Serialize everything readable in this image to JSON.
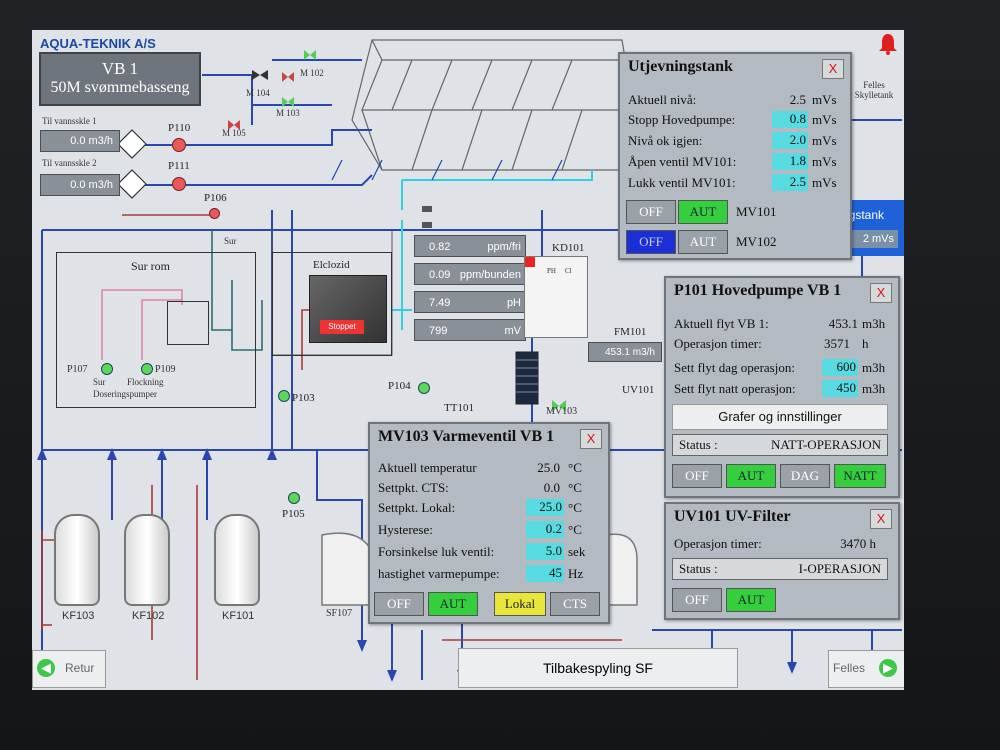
{
  "header": {
    "company": "AQUA-TEKNIK A/S",
    "pool_line1": "VB 1",
    "pool_line2": "50M svømmebasseng"
  },
  "left_inputs": [
    {
      "label": "Til vannsskle 1",
      "value": "0.0 m3/h"
    },
    {
      "label": "Til vannsskle 2",
      "value": "0.0 m3/h"
    }
  ],
  "equipment_tags": {
    "p110": "P110",
    "p111": "P111",
    "p106": "P106",
    "m102": "M 102",
    "m104": "M 104",
    "m103": "M 103",
    "m105": "M 105",
    "sur": "Sur",
    "elclozid": "Elclozid",
    "stoppet": "Stoppet",
    "kd101": "KD101",
    "fm101": "FM101",
    "fm101_value": "453.1 m3/h",
    "p104": "P104",
    "p103": "P103",
    "p105": "P105",
    "tt101": "TT101",
    "mv103": "MV103",
    "uv101": "UV101",
    "sf107": "SF107",
    "felles_skylletank": "Felles Skylletank",
    "ngstank": "ngstank",
    "mvs_value": "2 mVs"
  },
  "sur_rom": {
    "title": "Sur rom",
    "p107": "P107",
    "p109": "P109",
    "sur": "Sur",
    "flockning": "Flockning",
    "dosering": "Doseringspumper"
  },
  "measurements": [
    {
      "value": "0.82",
      "unit": "ppm/fri"
    },
    {
      "value": "0.09",
      "unit": "ppm/bunden"
    },
    {
      "value": "7.49",
      "unit": "pH"
    },
    {
      "value": "799",
      "unit": "mV"
    }
  ],
  "kd_labels": {
    "ph": "PH",
    "cl": "Cl"
  },
  "filters": [
    {
      "label": "KF103"
    },
    {
      "label": "KF102"
    },
    {
      "label": "KF101"
    }
  ],
  "nav": {
    "back": "Retur",
    "center": "Tilbakespyling SF",
    "forward": "Felles"
  },
  "utjevningstank": {
    "title": "Utjevningstank",
    "close": "X",
    "rows": [
      {
        "label": "Aktuell nivå:",
        "value": "2.5",
        "unit": "mVs",
        "editable": false
      },
      {
        "label": "Stopp Hovedpumpe:",
        "value": "0.8",
        "unit": "mVs",
        "editable": true
      },
      {
        "label": "Nivå ok igjen:",
        "value": "2.0",
        "unit": "mVs",
        "editable": true
      },
      {
        "label": "Åpen ventil MV101:",
        "value": "1.8",
        "unit": "mVs",
        "editable": true
      },
      {
        "label": "Lukk ventil MV101:",
        "value": "2.5",
        "unit": "mVs",
        "editable": true
      }
    ],
    "mv101": {
      "off": "OFF",
      "aut": "AUT",
      "label": "MV101"
    },
    "mv102": {
      "off": "OFF",
      "aut": "AUT",
      "label": "MV102"
    }
  },
  "p101": {
    "title": "P101 Hovedpumpe VB 1",
    "close": "X",
    "rows": [
      {
        "label": "Aktuell flyt VB 1:",
        "value": "453.1",
        "unit": "m3h",
        "editable": false
      },
      {
        "label": "Operasjon timer:",
        "value": "3571",
        "unit": "h",
        "editable": false
      },
      {
        "label": "Sett flyt dag operasjon:",
        "value": "600",
        "unit": "m3h",
        "editable": true
      },
      {
        "label": "Sett flyt natt operasjon:",
        "value": "450",
        "unit": "m3h",
        "editable": true
      }
    ],
    "graph_button": "Grafer og innstillinger",
    "status_label": "Status :",
    "status_value": "NATT-OPERASJON",
    "buttons": {
      "off": "OFF",
      "aut": "AUT",
      "dag": "DAG",
      "natt": "NATT"
    }
  },
  "uv101": {
    "title": "UV101 UV-Filter",
    "close": "X",
    "hours_label": "Operasjon timer:",
    "hours_value": "3470 h",
    "status_label": "Status :",
    "status_value": "I-OPERASJON",
    "buttons": {
      "off": "OFF",
      "aut": "AUT"
    }
  },
  "mv103": {
    "title": "MV103 Varmeventil VB 1",
    "close": "X",
    "rows": [
      {
        "label": "Aktuell temperatur",
        "value": "25.0",
        "unit": "°C",
        "editable": false
      },
      {
        "label": "Settpkt. CTS:",
        "value": "0.0",
        "unit": "°C",
        "editable": false
      },
      {
        "label": "Settpkt. Lokal:",
        "value": "25.0",
        "unit": "°C",
        "editable": true
      },
      {
        "label": "Hysterese:",
        "value": "0.2",
        "unit": "°C",
        "editable": true
      },
      {
        "label": "Forsinkelse luk ventil:",
        "value": "5.0",
        "unit": "sek",
        "editable": true
      },
      {
        "label": "hastighet varmepumpe:",
        "value": "45",
        "unit": "Hz",
        "editable": true
      }
    ],
    "buttons": {
      "off": "OFF",
      "aut": "AUT",
      "lokal": "Lokal",
      "cts": "CTS"
    }
  },
  "colors": {
    "screen_bg": "#dfe3e8",
    "pipe_blue": "#2848b0",
    "pipe_red": "#a83a3a",
    "pipe_cyan": "#2fd0e0",
    "active_green": "#35cf3d",
    "setpoint_cyan": "#57dbe0",
    "title_blue": "#1848a8"
  }
}
